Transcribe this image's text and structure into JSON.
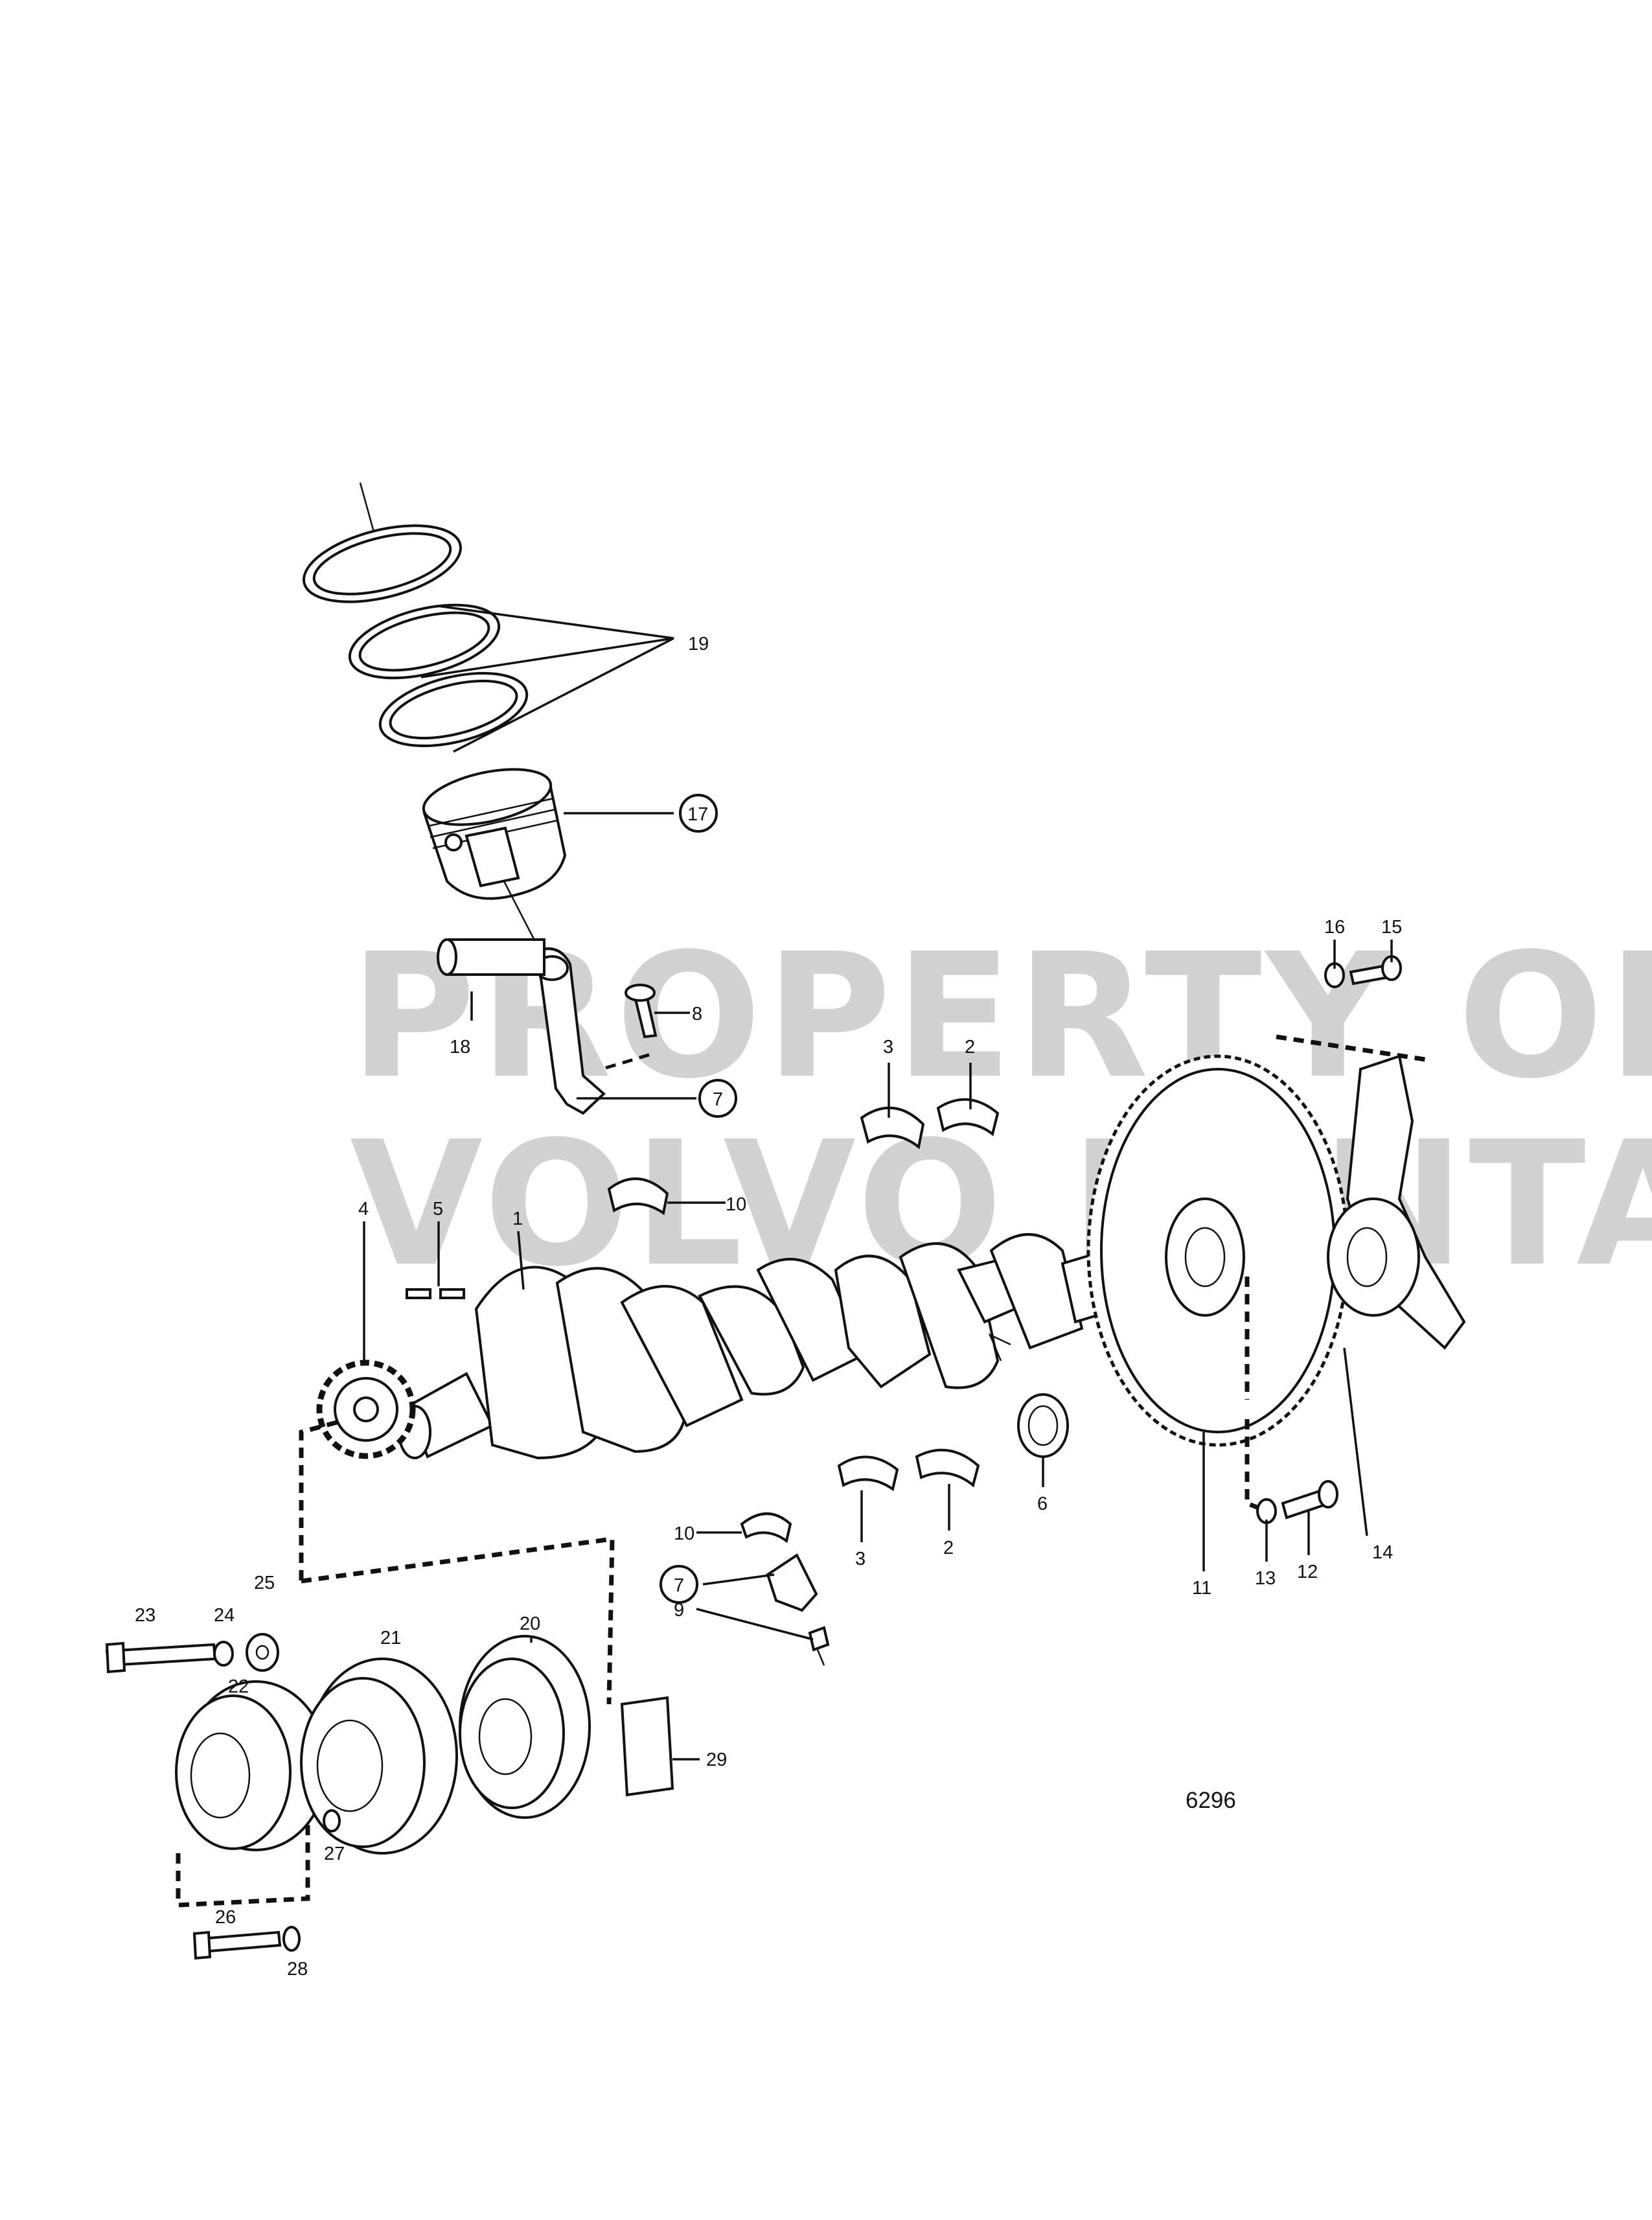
{
  "watermark": {
    "line1": "PROPERTY OF",
    "line2": "VOLVO PENTA"
  },
  "drawing_number": "6296",
  "callouts": {
    "c1": "1",
    "c2a": "2",
    "c2b": "2",
    "c3a": "3",
    "c3b": "3",
    "c4": "4",
    "c5": "5",
    "c6": "6",
    "c7a": "7",
    "c7b": "7",
    "c8": "8",
    "c9": "9",
    "c10a": "10",
    "c10b": "10",
    "c11": "11",
    "c12": "12",
    "c13": "13",
    "c14": "14",
    "c15": "15",
    "c16": "16",
    "c17": "17",
    "c18": "18",
    "c19": "19",
    "c20": "20",
    "c21": "21",
    "c22": "22",
    "c23": "23",
    "c24": "24",
    "c25": "25",
    "c26": "26",
    "c27": "27",
    "c28": "28",
    "c29": "29"
  }
}
